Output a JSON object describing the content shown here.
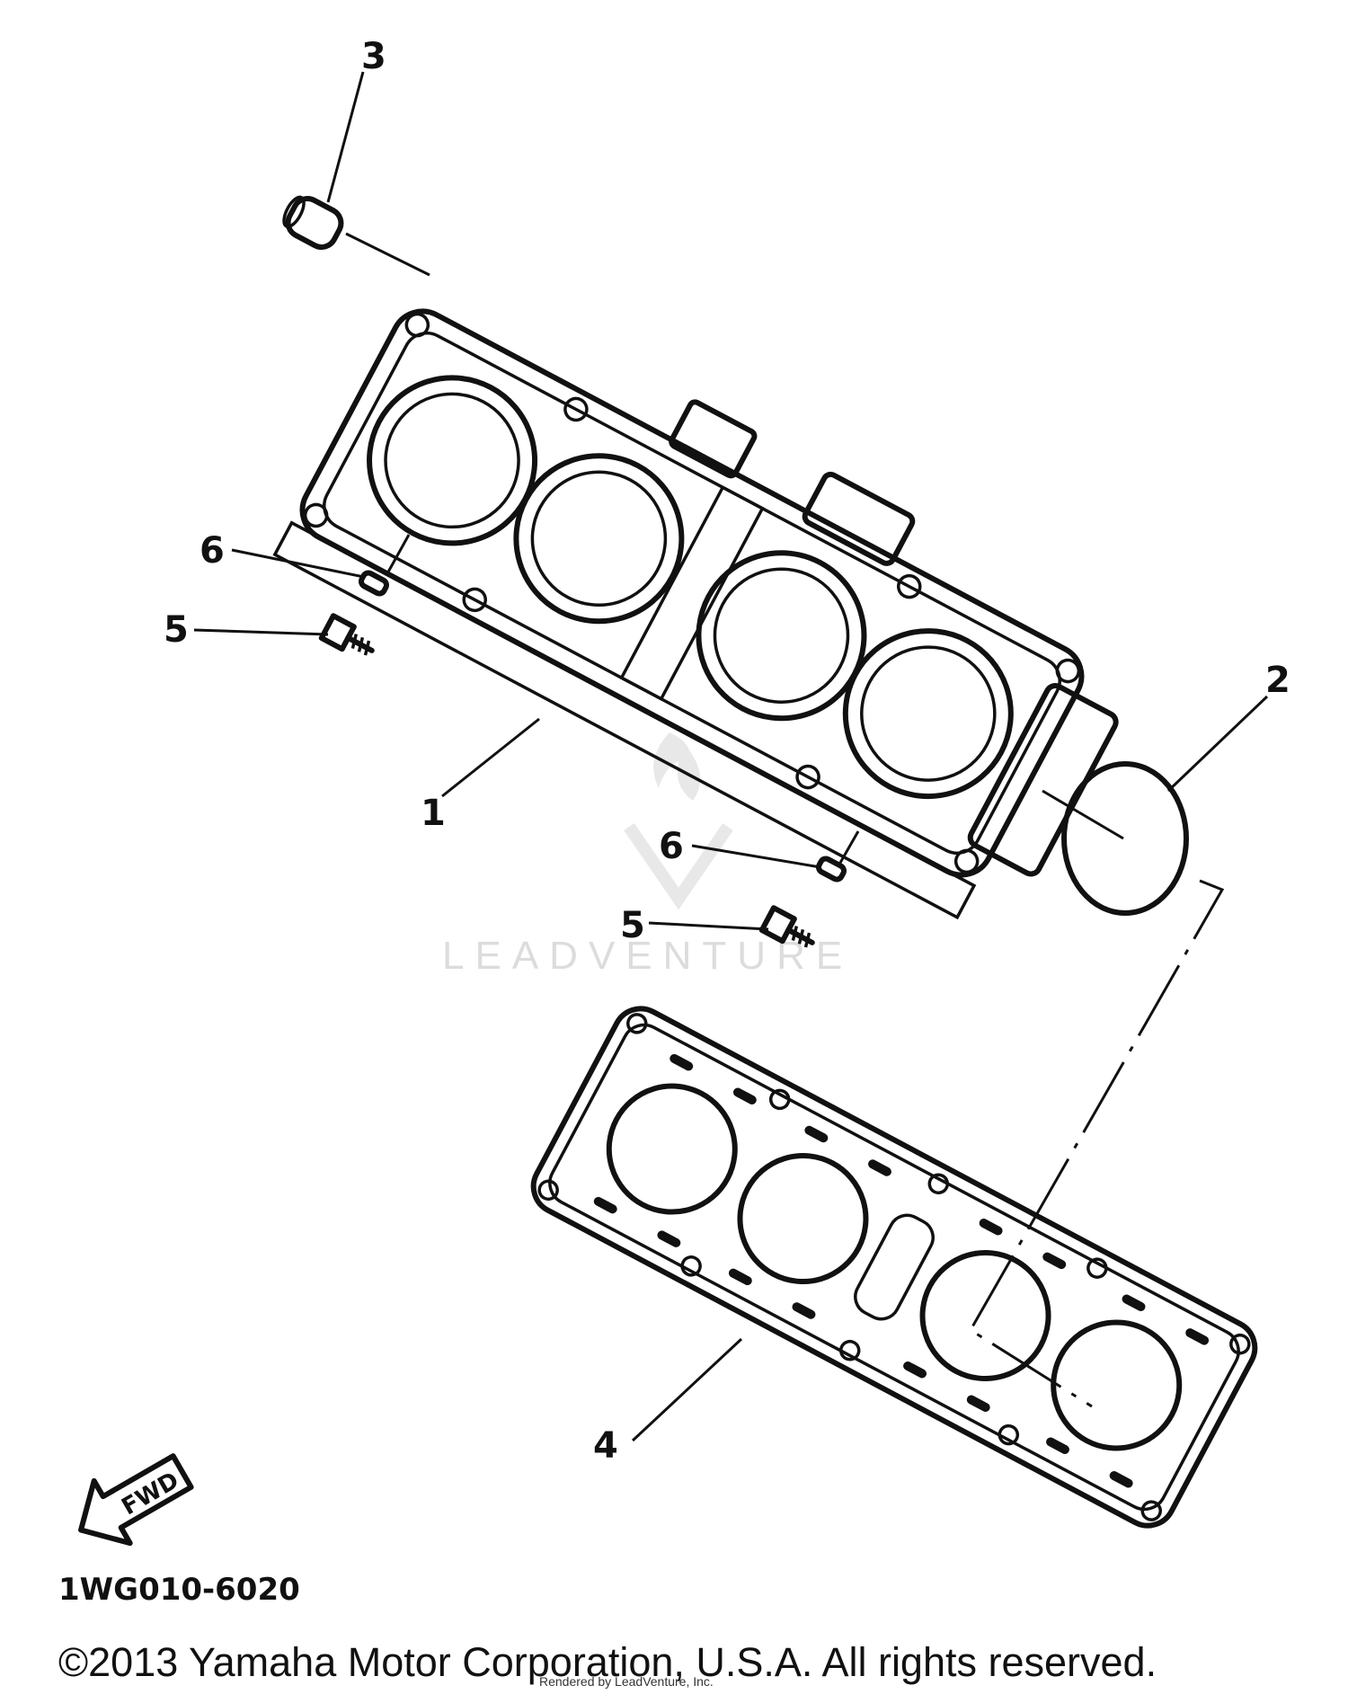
{
  "diagram": {
    "code": "1WG010-6020",
    "copyright": "©2013 Yamaha Motor Corporation, U.S.A. All rights reserved.",
    "rendered_by": "Rendered by LeadVenture, Inc.",
    "watermark": "LEADVENTURE",
    "fwd_label": "FWD"
  },
  "callouts": {
    "c1": "1",
    "c2": "2",
    "c3": "3",
    "c4": "4",
    "c5a": "5",
    "c5b": "5",
    "c6a": "6",
    "c6b": "6"
  }
}
